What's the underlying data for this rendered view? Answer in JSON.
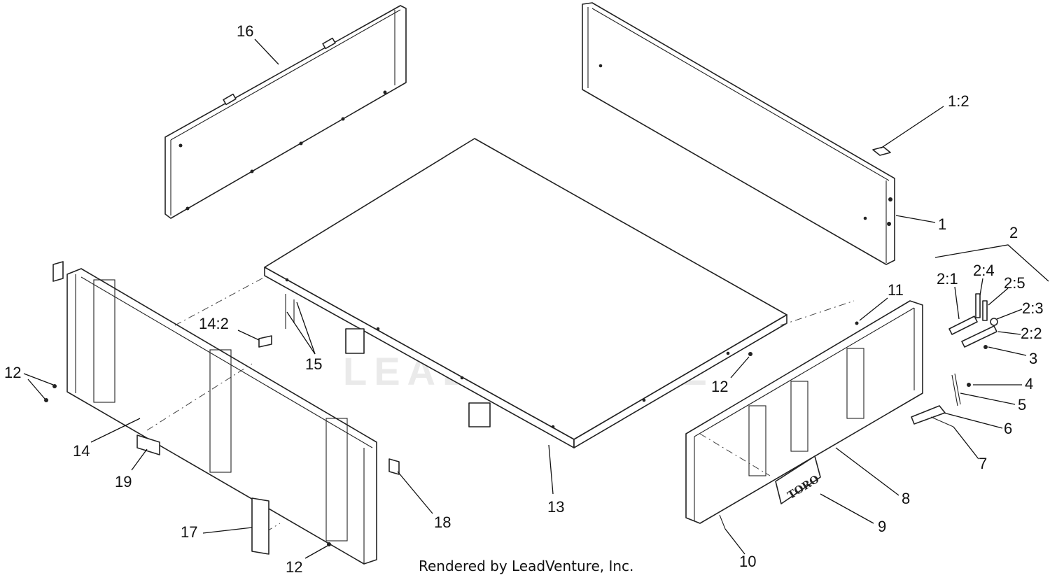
{
  "callouts": {
    "c1": "1",
    "c1_2": "1:2",
    "c2": "2",
    "c2_1": "2:1",
    "c2_2": "2:2",
    "c2_3": "2:3",
    "c2_4": "2:4",
    "c2_5": "2:5",
    "c3": "3",
    "c4": "4",
    "c5": "5",
    "c6": "6",
    "c7": "7",
    "c8": "8",
    "c9": "9",
    "c10": "10",
    "c11": "11",
    "c12a": "12",
    "c12b": "12",
    "c12c": "12",
    "c13": "13",
    "c14": "14",
    "c14_2": "14:2",
    "c15": "15",
    "c16": "16",
    "c17": "17",
    "c18": "18",
    "c19": "19"
  },
  "footer": "Rendered by LeadVenture, Inc.",
  "watermark": "LEADVENTURE",
  "tailgate_logo": "TORO"
}
